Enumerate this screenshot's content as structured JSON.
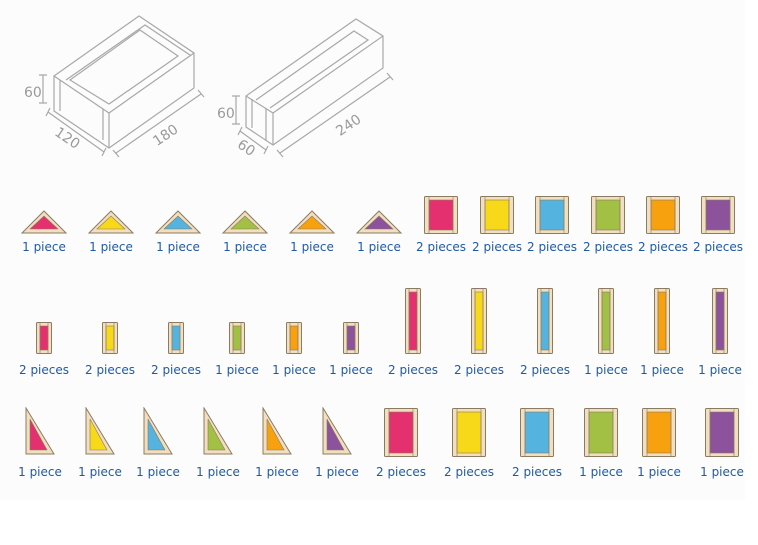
{
  "dimensions": {
    "box_a": {
      "height": "60",
      "width": "120",
      "length": "180"
    },
    "box_b": {
      "height": "60",
      "width": "60",
      "length": "240"
    }
  },
  "colors": {
    "pink": "#e5306f",
    "yellow": "#f7d91a",
    "blue": "#55b3e0",
    "green": "#a2c044",
    "orange": "#f7a10f",
    "purple": "#8c529b",
    "frame": "#f1dfbf",
    "frame_edge": "#8b7b62",
    "label": "#1f5aa6"
  },
  "rows": [
    {
      "pieces": [
        {
          "shape": "triangle",
          "color": "pink",
          "label": "1 piece"
        },
        {
          "shape": "triangle",
          "color": "yellow",
          "label": "1 piece"
        },
        {
          "shape": "triangle",
          "color": "blue",
          "label": "1 piece"
        },
        {
          "shape": "triangle",
          "color": "green",
          "label": "1 piece"
        },
        {
          "shape": "triangle",
          "color": "orange",
          "label": "1 piece"
        },
        {
          "shape": "triangle",
          "color": "purple",
          "label": "1 piece"
        },
        {
          "shape": "square",
          "color": "pink",
          "label": "2 pieces"
        },
        {
          "shape": "square",
          "color": "yellow",
          "label": "2 pieces"
        },
        {
          "shape": "square",
          "color": "blue",
          "label": "2 pieces"
        },
        {
          "shape": "square",
          "color": "green",
          "label": "2 pieces"
        },
        {
          "shape": "square",
          "color": "orange",
          "label": "2 pieces"
        },
        {
          "shape": "square",
          "color": "purple",
          "label": "2 pieces"
        }
      ]
    },
    {
      "pieces": [
        {
          "shape": "short-bar",
          "color": "pink",
          "label": "2 pieces"
        },
        {
          "shape": "short-bar",
          "color": "yellow",
          "label": "2 pieces"
        },
        {
          "shape": "short-bar",
          "color": "blue",
          "label": "2 pieces"
        },
        {
          "shape": "short-bar",
          "color": "green",
          "label": "1 piece"
        },
        {
          "shape": "short-bar",
          "color": "orange",
          "label": "1 piece"
        },
        {
          "shape": "short-bar",
          "color": "purple",
          "label": "1 piece"
        },
        {
          "shape": "long-bar",
          "color": "pink",
          "label": "2 pieces"
        },
        {
          "shape": "long-bar",
          "color": "yellow",
          "label": "2 pieces"
        },
        {
          "shape": "long-bar",
          "color": "blue",
          "label": "2 pieces"
        },
        {
          "shape": "long-bar",
          "color": "green",
          "label": "1 piece"
        },
        {
          "shape": "long-bar",
          "color": "orange",
          "label": "1 piece"
        },
        {
          "shape": "long-bar",
          "color": "purple",
          "label": "1 piece"
        }
      ]
    },
    {
      "pieces": [
        {
          "shape": "right-triangle",
          "color": "pink",
          "label": "1 piece"
        },
        {
          "shape": "right-triangle",
          "color": "yellow",
          "label": "1 piece"
        },
        {
          "shape": "right-triangle",
          "color": "blue",
          "label": "1 piece"
        },
        {
          "shape": "right-triangle",
          "color": "green",
          "label": "1 piece"
        },
        {
          "shape": "right-triangle",
          "color": "orange",
          "label": "1 piece"
        },
        {
          "shape": "right-triangle",
          "color": "purple",
          "label": "1 piece"
        },
        {
          "shape": "rectangle",
          "color": "pink",
          "label": "2 pieces"
        },
        {
          "shape": "rectangle",
          "color": "yellow",
          "label": "2 pieces"
        },
        {
          "shape": "rectangle",
          "color": "blue",
          "label": "2 pieces"
        },
        {
          "shape": "rectangle",
          "color": "green",
          "label": "1 piece"
        },
        {
          "shape": "rectangle",
          "color": "orange",
          "label": "1 piece"
        },
        {
          "shape": "rectangle",
          "color": "purple",
          "label": "1 piece"
        }
      ]
    }
  ]
}
